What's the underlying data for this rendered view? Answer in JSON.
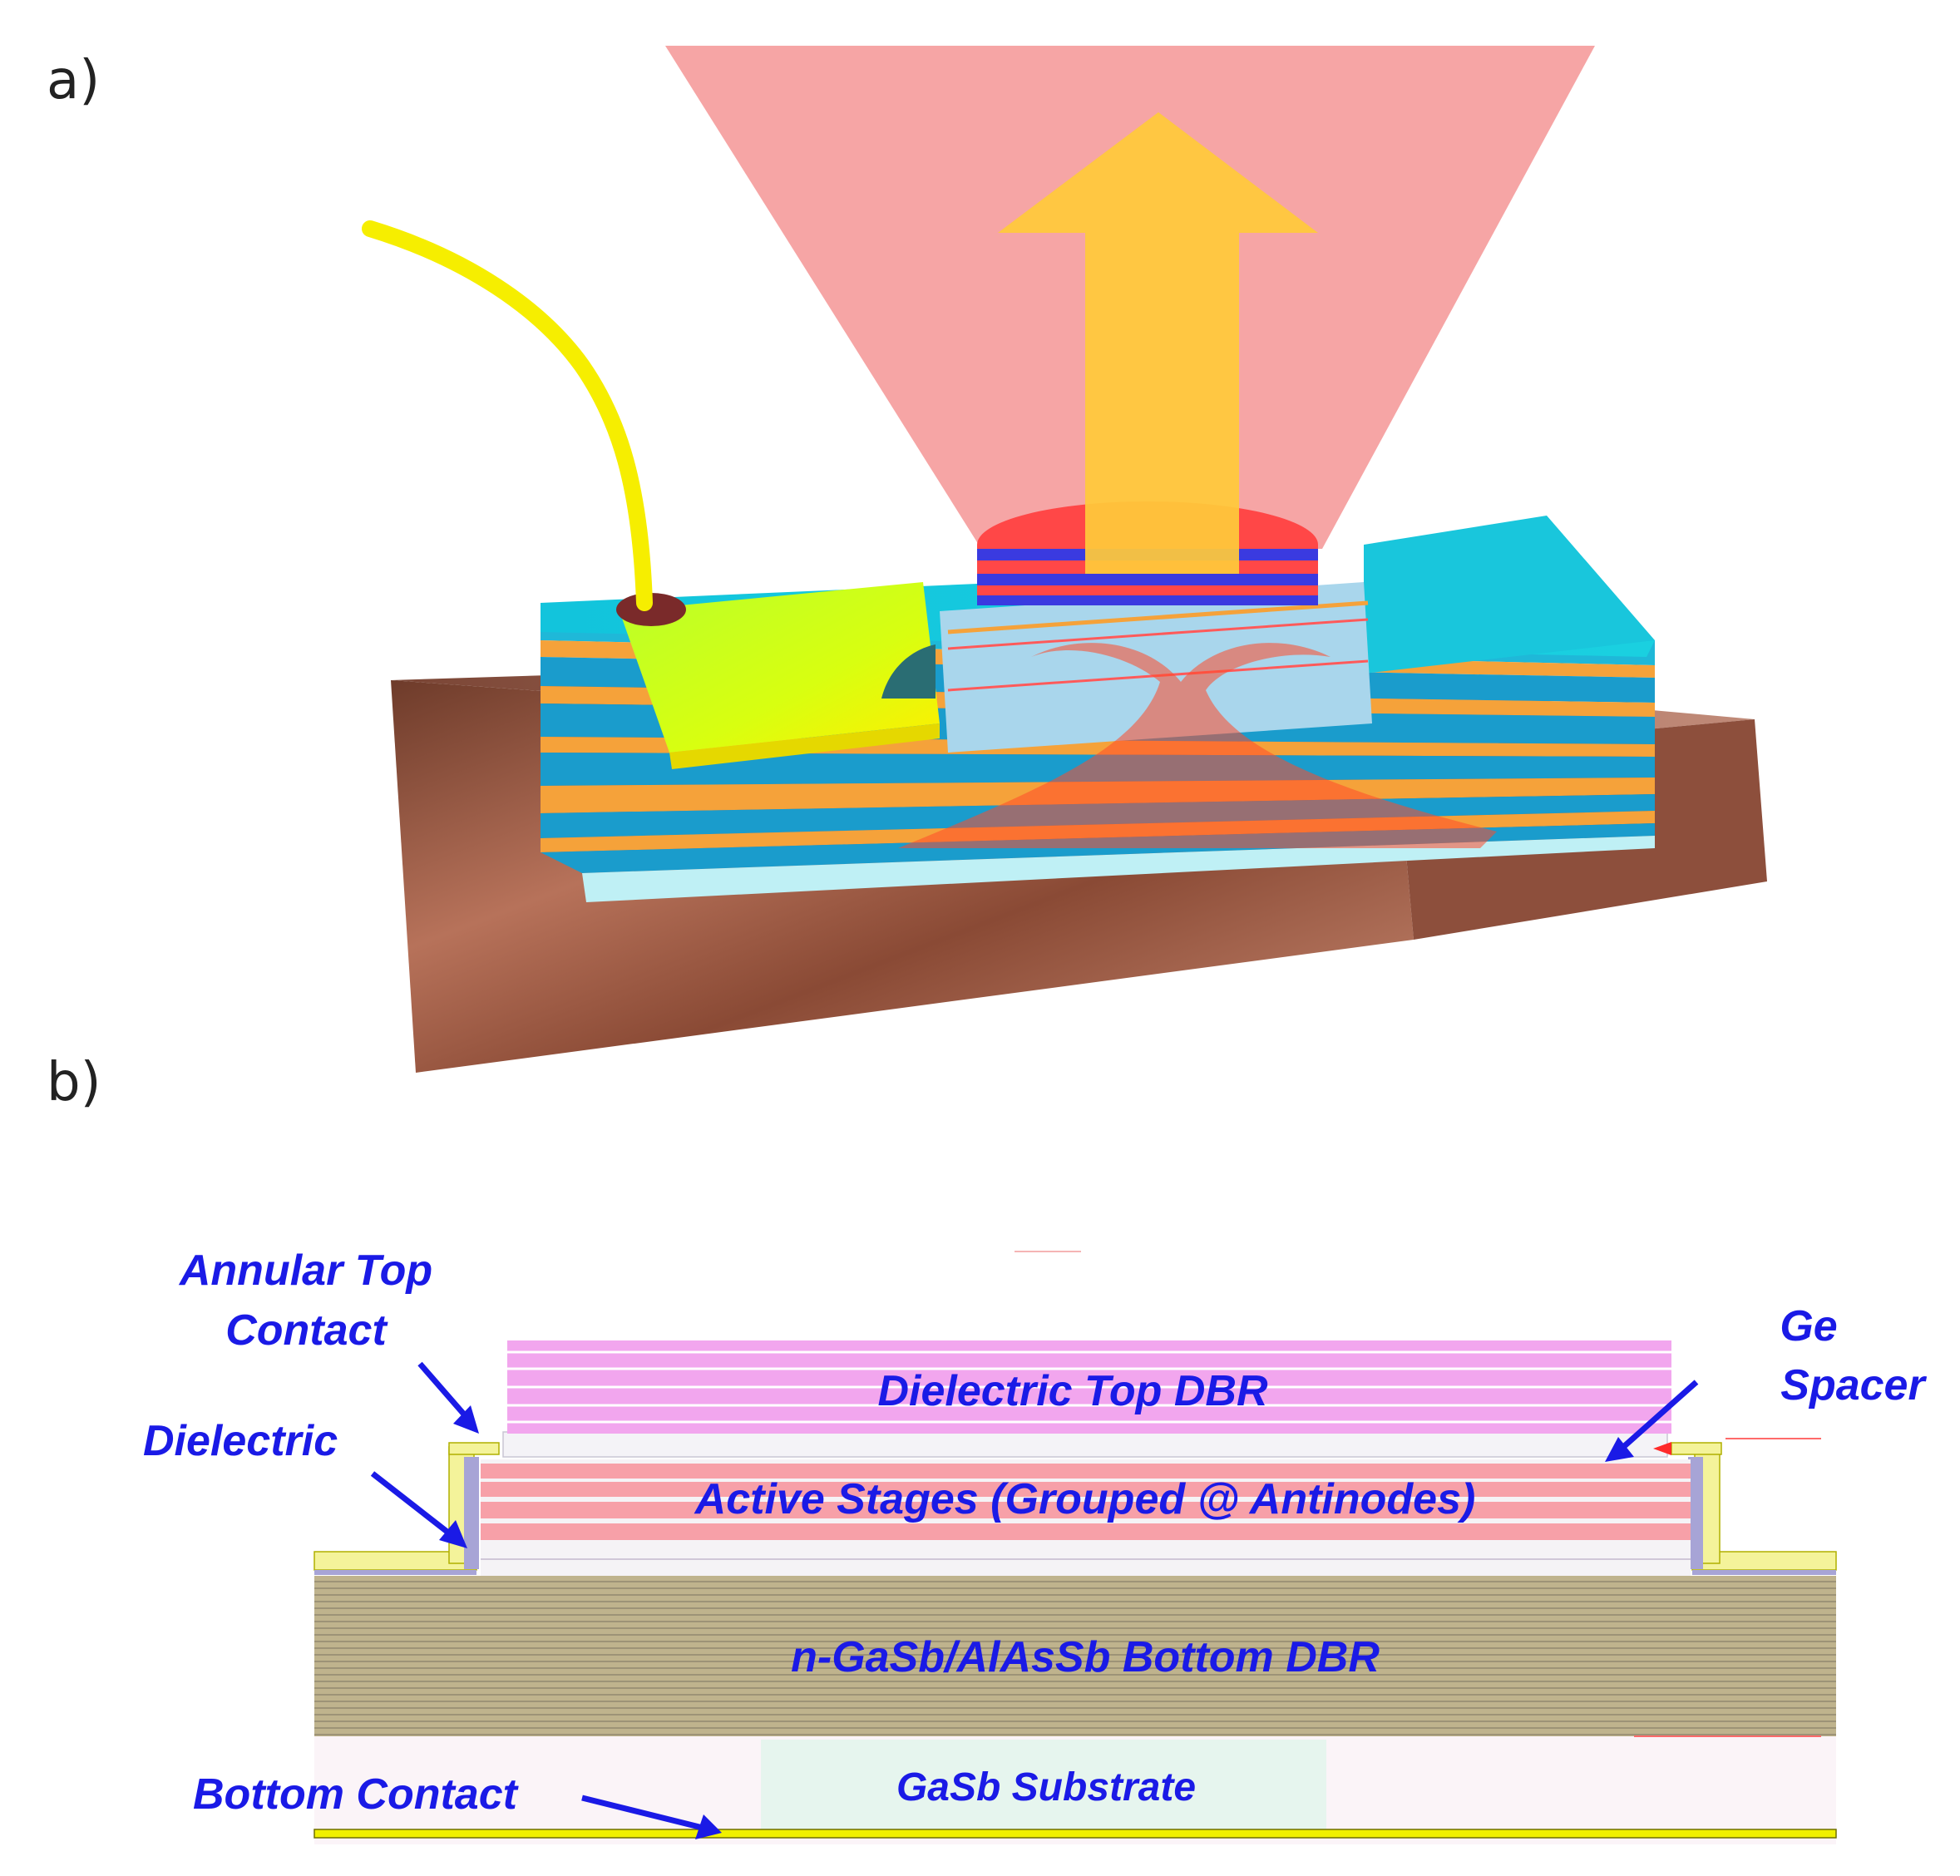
{
  "panels": {
    "a": {
      "label": "a)"
    },
    "b": {
      "label": "b)"
    }
  },
  "cross_section": {
    "layers": {
      "top_dbr": "Dielectric Top DBR",
      "active": "Active Stages (Grouped @ Antinodes)",
      "bottom_dbr": "n-GaSb/AlAsSb Bottom DBR",
      "substrate": "GaSb Substrate"
    },
    "callouts": {
      "annular_top_contact_line1": "Annular Top",
      "annular_top_contact_line2": "Contact",
      "dielectric": "Dielectric",
      "ge_spacer_line1": "Ge",
      "ge_spacer_line2": "Spacer",
      "bottom_contact": "Bottom Contact"
    }
  },
  "colors": {
    "callout_text": "#1a1ae6",
    "beam": "#f5a0a0",
    "arrow": "#ffc93a",
    "contact_gold": "#e8f000",
    "top_dbr": "#f2a6ee",
    "active_stage": "#f7a0a8",
    "bottom_dbr": "#bcb08a",
    "substrate_block": "#e6f5ee"
  },
  "icons": {
    "emission_arrow": "up-arrow-icon",
    "pointer_arrow": "pointer-arrow-icon"
  }
}
